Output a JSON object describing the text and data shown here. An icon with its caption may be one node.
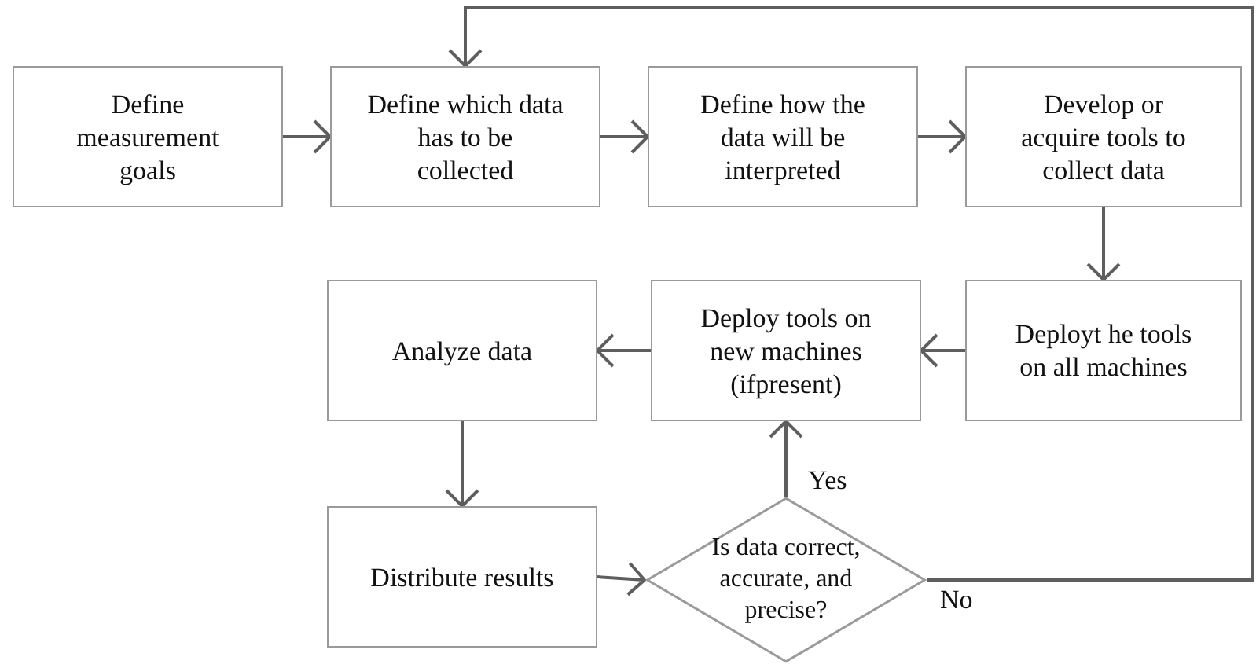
{
  "diagram": {
    "nodes": [
      {
        "text": [
          "Define measurement goals"
        ]
      },
      {
        "text": [
          "Define which data has to be collected"
        ]
      },
      {
        "text": [
          "Define how the data will be interpreted"
        ]
      },
      {
        "text": [
          "Develop or acquire tools to collect data"
        ]
      },
      {
        "text": [
          "Analyze data"
        ]
      },
      {
        "text": [
          "Deploy tools on new machines (ifpresent)"
        ]
      },
      {
        "text": [
          "Deployt he tools on all machines"
        ]
      },
      {
        "text": [
          "Distribute results"
        ]
      },
      {
        "text": [
          "Is data correct, accurate, and precise?"
        ]
      }
    ],
    "edges": [
      {
        "from": 0,
        "to": 1,
        "arrow": "to"
      },
      {
        "from": 1,
        "to": 2,
        "arrow": "to"
      },
      {
        "from": 2,
        "to": 3,
        "arrow": "to"
      },
      {
        "from": 3,
        "to": 6,
        "arrow": "to"
      },
      {
        "from": 6,
        "to": 5,
        "arrow": "to"
      },
      {
        "from": 5,
        "to": 4,
        "arrow": "to"
      },
      {
        "from": 4,
        "to": 7,
        "arrow": "to"
      },
      {
        "from": 7,
        "to": 8,
        "arrow": "to"
      },
      {
        "from": 8,
        "to": 5,
        "arrow": "to",
        "label": "Yes"
      },
      {
        "from": 8,
        "to": 1,
        "arrow": "to",
        "label": "No"
      }
    ]
  }
}
